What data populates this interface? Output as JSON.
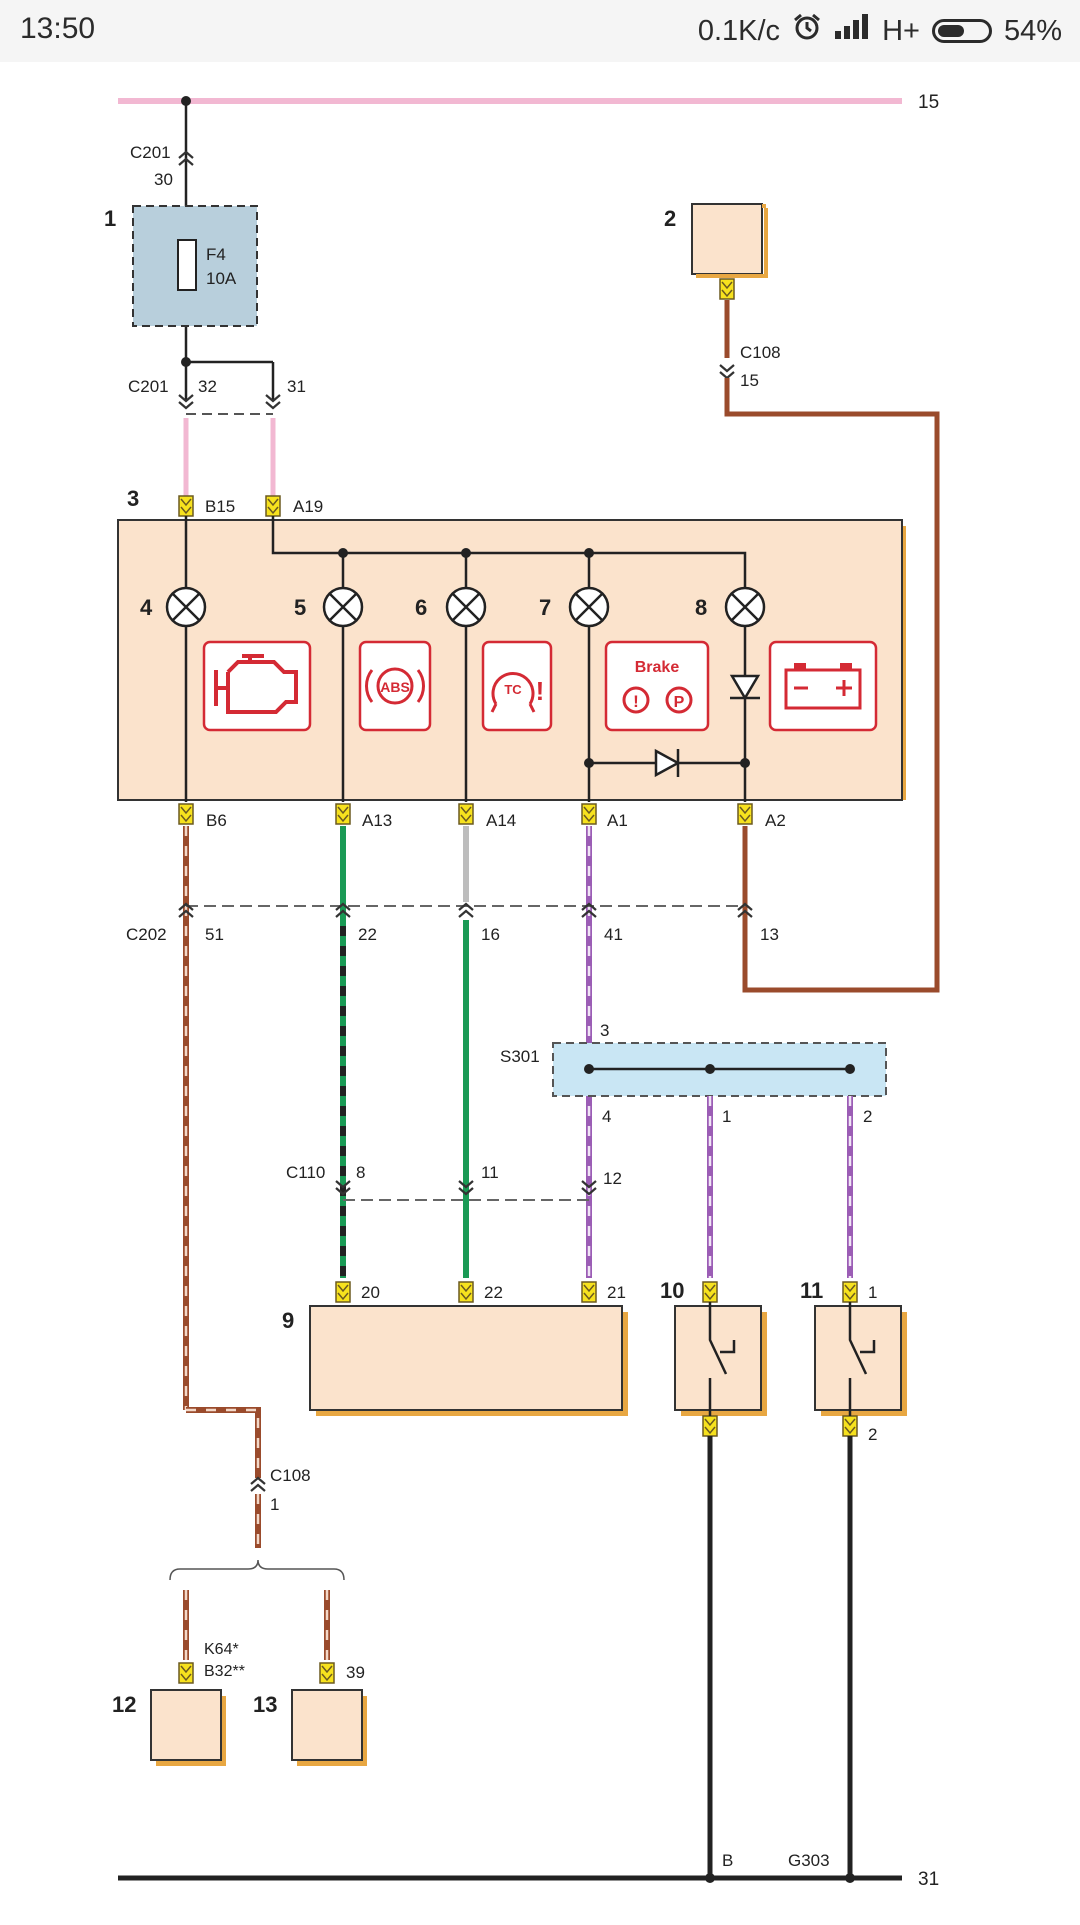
{
  "status": {
    "time": "13:50",
    "net_speed": "0.1K/c",
    "alarm_icon": "alarm-clock-icon",
    "signal_icon": "cell-signal-icon",
    "network": "H+",
    "battery_percent": "54%",
    "battery_level": 0.54
  },
  "diagram": {
    "rails": {
      "top": "15",
      "bottom": "31"
    },
    "components": {
      "c1": "1",
      "c2": "2",
      "c3": "3",
      "c9": "9",
      "c10": "10",
      "c11": "11",
      "c12": "12",
      "c13": "13",
      "l4": "4",
      "l5": "5",
      "l6": "6",
      "l7": "7",
      "l8": "8"
    },
    "fuse": {
      "name": "F4",
      "rating": "10A"
    },
    "connectors": {
      "c201_top": "C201",
      "c201_top_pin": "30",
      "c201_mid": "C201",
      "c201_pin32": "32",
      "c201_pin31": "31",
      "c108_top": "C108",
      "c108_top_pin": "15",
      "c202": "C202",
      "c202_51": "51",
      "c202_22": "22",
      "c202_16": "16",
      "c202_41": "41",
      "c202_13": "13",
      "s301": "S301",
      "s301_3": "3",
      "s301_4": "4",
      "s301_1": "1",
      "s301_2": "2",
      "c110": "C110",
      "c110_8": "8",
      "c110_11": "11",
      "c110_12": "12",
      "c108_bot": "C108",
      "c108_bot_pin": "1"
    },
    "pins": {
      "b15": "B15",
      "a19": "A19",
      "b6": "B6",
      "a13": "A13",
      "a14": "A14",
      "a1": "A1",
      "a2": "A2",
      "p20": "20",
      "p22": "22",
      "p21": "21",
      "p11_1": "1",
      "p11_2": "2",
      "k64": "K64*",
      "b32": "B32**",
      "p39": "39"
    },
    "ground": {
      "b": "B",
      "g303": "G303"
    },
    "icons": {
      "abs": "ABS",
      "tc": "TC",
      "brake": "Brake",
      "park": "P",
      "tc_excl": "!",
      "brake_excl": "!"
    },
    "colors": {
      "pink": "#f2b8d2",
      "brown": "#9a4b2c",
      "green": "#1a9a55",
      "purple": "#9b5db5",
      "grey": "#bdbdbd",
      "peach": "#fbe3cc",
      "fuse_box": "#b8cfdc",
      "splice_box": "#c9e6f4",
      "warn_red": "#d42a34"
    }
  }
}
